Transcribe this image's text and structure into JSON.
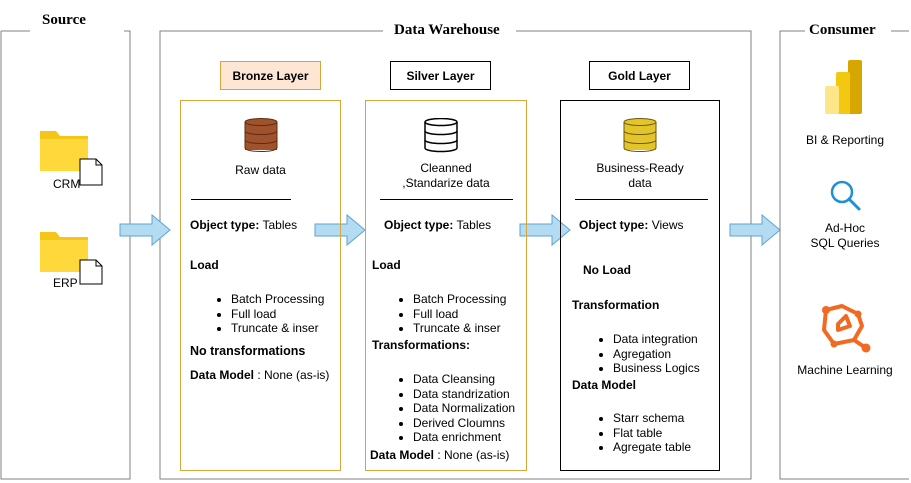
{
  "source": {
    "title": "Source",
    "items": [
      {
        "label": "CRM",
        "icon": "folder-file-icon"
      },
      {
        "label": "ERP",
        "icon": "folder-file-icon"
      }
    ]
  },
  "warehouse": {
    "title": "Data Warehouse",
    "bronze": {
      "label": "Bronze Layer",
      "icon": "database-icon",
      "color": "#a0522d",
      "description": "Raw data",
      "object_type_label": "Object type:",
      "object_type_value": " Tables",
      "load_label": "Load",
      "load_items": [
        "Batch Processing",
        "Full load",
        "Truncate & inser"
      ],
      "transform_label": "No transformations",
      "data_model_label": "Data Model",
      "data_model_value": " : None (as-is)"
    },
    "silver": {
      "label": "Silver Layer",
      "icon": "database-icon",
      "color": "#ffffff",
      "description_line1": "Cleanned",
      "description_line2": ",Standarize data",
      "object_type_label": "Object type:",
      "object_type_value": " Tables",
      "load_label": "Load",
      "load_items": [
        "Batch Processing",
        "Full load",
        "Truncate & inser"
      ],
      "transform_label": "Transformations:",
      "transform_items": [
        "Data Cleansing",
        "Data standrization",
        "Data Normalization",
        "Derived Cloumns",
        "Data enrichment"
      ],
      "data_model_label": "Data Model",
      "data_model_value": " : None (as-is)"
    },
    "gold": {
      "label": "Gold Layer",
      "icon": "database-icon",
      "color": "#e3c42b",
      "description_line1": "Business-Ready",
      "description_line2": "data",
      "object_type_label": "Object type:",
      "object_type_value": " Views",
      "load_label": "No Load",
      "transform_label": "Transformation",
      "transform_items": [
        "Data integration",
        "Agregation",
        "Business Logics"
      ],
      "data_model_label": "Data Model",
      "data_model_items": [
        "Starr schema",
        "Flat table",
        "Agregate table"
      ]
    }
  },
  "consumer": {
    "title": "Consumer",
    "items": [
      {
        "label": "BI & Reporting",
        "icon": "bar-chart-icon"
      },
      {
        "label_line1": "Ad-Hoc",
        "label_line2": "SQL Queries",
        "icon": "magnifier-icon"
      },
      {
        "label": "Machine Learning",
        "icon": "ml-network-icon"
      }
    ]
  },
  "colors": {
    "bronze_border": "#d6a63a",
    "bronze_label_bg": "#fde6d4",
    "arrow_fill": "#b3dcf2",
    "arrow_stroke": "#5fa3d0",
    "frame_border": "#808080",
    "db_bronze": "#a0522d",
    "db_gold": "#e3c42b",
    "ml_orange": "#f26a21",
    "bi_yellow": "#f2c811",
    "search_blue": "#1e90d6"
  }
}
